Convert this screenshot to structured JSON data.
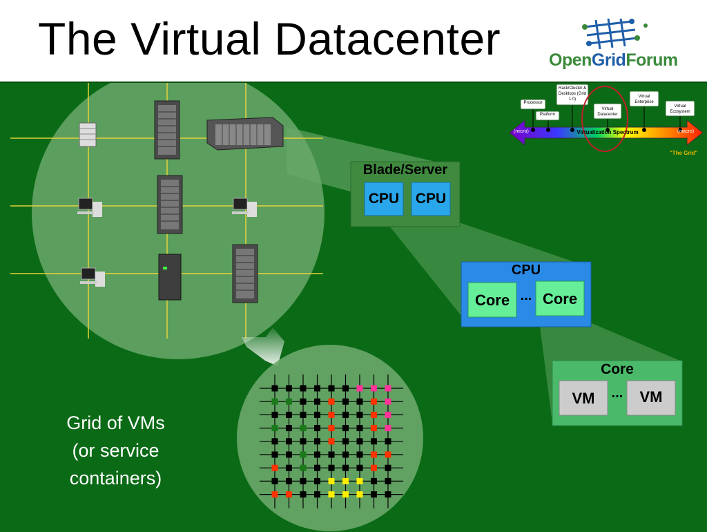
{
  "title": "The Virtual Datacenter",
  "logo": {
    "part1": "Open",
    "part2": "Grid",
    "part3": "Forum"
  },
  "spectrum": {
    "left": "(micro)",
    "center": "Virtualization Spectrum",
    "right": "(macro)",
    "note": "\"The Grid\"",
    "stages": [
      "Processor",
      "Platform",
      "Rack/Cluster & Desktops (Grid 1.0)",
      "Virtual Datacenter",
      "Virtual Enterprise",
      "Virtual Ecosystem"
    ]
  },
  "blade": {
    "title": "Blade/Server",
    "cpu1": "CPU",
    "cpu2": "CPU"
  },
  "cpu_box": {
    "title": "CPU",
    "core1": "Core",
    "dots": "...",
    "core2": "Core"
  },
  "core_box": {
    "title": "Core",
    "vm1": "VM",
    "dots": "...",
    "vm2": "VM"
  },
  "caption": {
    "line1": "Grid of VMs",
    "line2": "(or service",
    "line3": "containers)"
  },
  "colors": {
    "background": "#0b6a16",
    "blue": "#1f5ea8",
    "green": "#3a8a3a",
    "cpu": "#2aa6ea",
    "core": "#66ee99",
    "vm": "#cccccc"
  }
}
